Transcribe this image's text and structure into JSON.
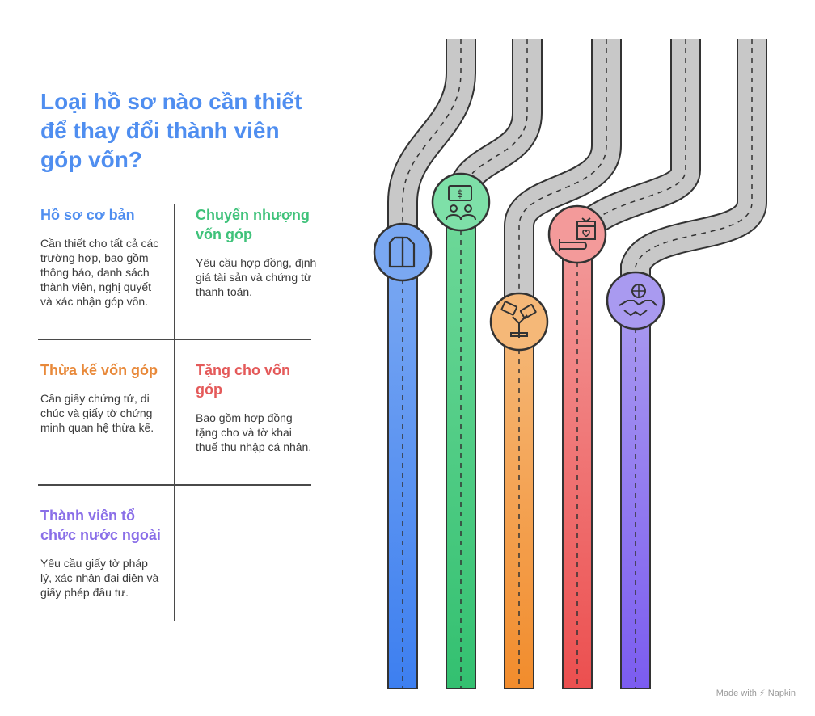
{
  "title": "Loại hồ sơ nào cần thiết để thay đổi thành viên góp vốn?",
  "items": [
    {
      "heading": "Hồ sơ cơ bản",
      "text": "Cần thiết cho tất cả các trường hợp, bao gồm thông báo, danh sách thành viên, nghị quyết và xác nhận góp vốn.",
      "color": "#4f8ef0",
      "icon": "documents-icon"
    },
    {
      "heading": "Chuyển nhượng vốn góp",
      "text": "Yêu cầu hợp đồng, định giá tài sản và chứng từ thanh toán.",
      "color": "#3fc27a",
      "icon": "money-exchange-icon"
    },
    {
      "heading": "Thừa kế vốn góp",
      "text": "Cần giấy chứng tử, di chúc và giấy tờ chứng minh quan hệ thừa kế.",
      "color": "#e8893a",
      "icon": "money-plant-icon"
    },
    {
      "heading": "Tặng cho vốn góp",
      "text": "Bao gồm hợp đồng tặng cho và tờ khai thuế thu nhập cá nhân.",
      "color": "#e45a5a",
      "icon": "gift-hand-icon"
    },
    {
      "heading": "Thành viên tổ chức nước ngoài",
      "text": "Yêu cầu giấy tờ pháp lý, xác nhận đại diện và giấy phép đầu tư.",
      "color": "#8a6fe8",
      "icon": "handshake-globe-icon"
    }
  ],
  "footer": "Made with ⚡ Napkin"
}
